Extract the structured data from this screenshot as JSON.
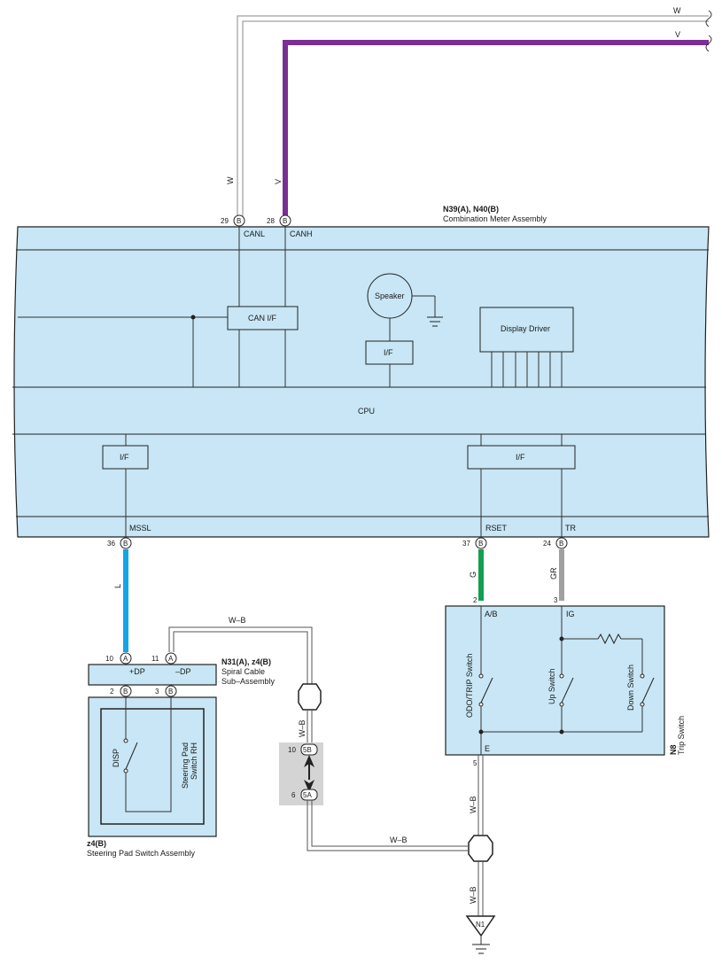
{
  "wires": {
    "top_w": "W",
    "top_v": "V",
    "vert_w": "W",
    "vert_v": "V",
    "mssl": "L",
    "rset": "G",
    "tr": "GR",
    "wb_top": "W–B",
    "wb_vert": "W–B",
    "wb_bottom": "W–B",
    "wb_trip": "W–B",
    "wb_ground": "W–B"
  },
  "colors": {
    "v": "#7a2f95",
    "l": "#14a5e6",
    "g": "#12a050",
    "gr": "#a0a0a0",
    "panel": "#c8e6f5"
  },
  "meter": {
    "code": "N39(A), N40(B)",
    "name": "Combination Meter Assembly",
    "pin_canl_num": "29",
    "pin_canh_num": "28",
    "pin_letter": "B",
    "canl": "CANL",
    "canh": "CANH",
    "can_if": "CAN I/F",
    "speaker": "Speaker",
    "if_speaker": "I/F",
    "display_driver": "Display Driver",
    "cpu": "CPU",
    "if_left": "I/F",
    "if_right": "I/F",
    "mssl": "MSSL",
    "rset": "RSET",
    "tr": "TR",
    "pin_mssl_num": "36",
    "pin_rset_num": "37",
    "pin_tr_num": "24"
  },
  "spiral": {
    "code": "N31(A), z4(B)",
    "name_line1": "Spiral Cable",
    "name_line2": "Sub–Assembly",
    "pin10": "10",
    "pin11": "11",
    "pin_a": "A",
    "pin2": "2",
    "pin3": "3",
    "pin_b": "B",
    "dp_plus": "+DP",
    "dp_minus": "–DP"
  },
  "steering": {
    "code": "z4(B)",
    "name": "Steering Pad Switch Assembly",
    "disp": "DISP",
    "rh_line1": "Steering Pad",
    "rh_line2": "Switch RH"
  },
  "connector": {
    "pin10": "10",
    "pin6": "6",
    "label_5b": "5B",
    "label_5a": "5A"
  },
  "trip": {
    "code": "N8",
    "name": "Trip Switch",
    "pin2": "2",
    "pin3": "3",
    "pin5": "5",
    "ab": "A/B",
    "ig": "IG",
    "e": "E",
    "odo": "ODO/TRIP Switch",
    "up": "Up Switch",
    "down": "Down Switch"
  },
  "ground": {
    "label": "N1"
  }
}
